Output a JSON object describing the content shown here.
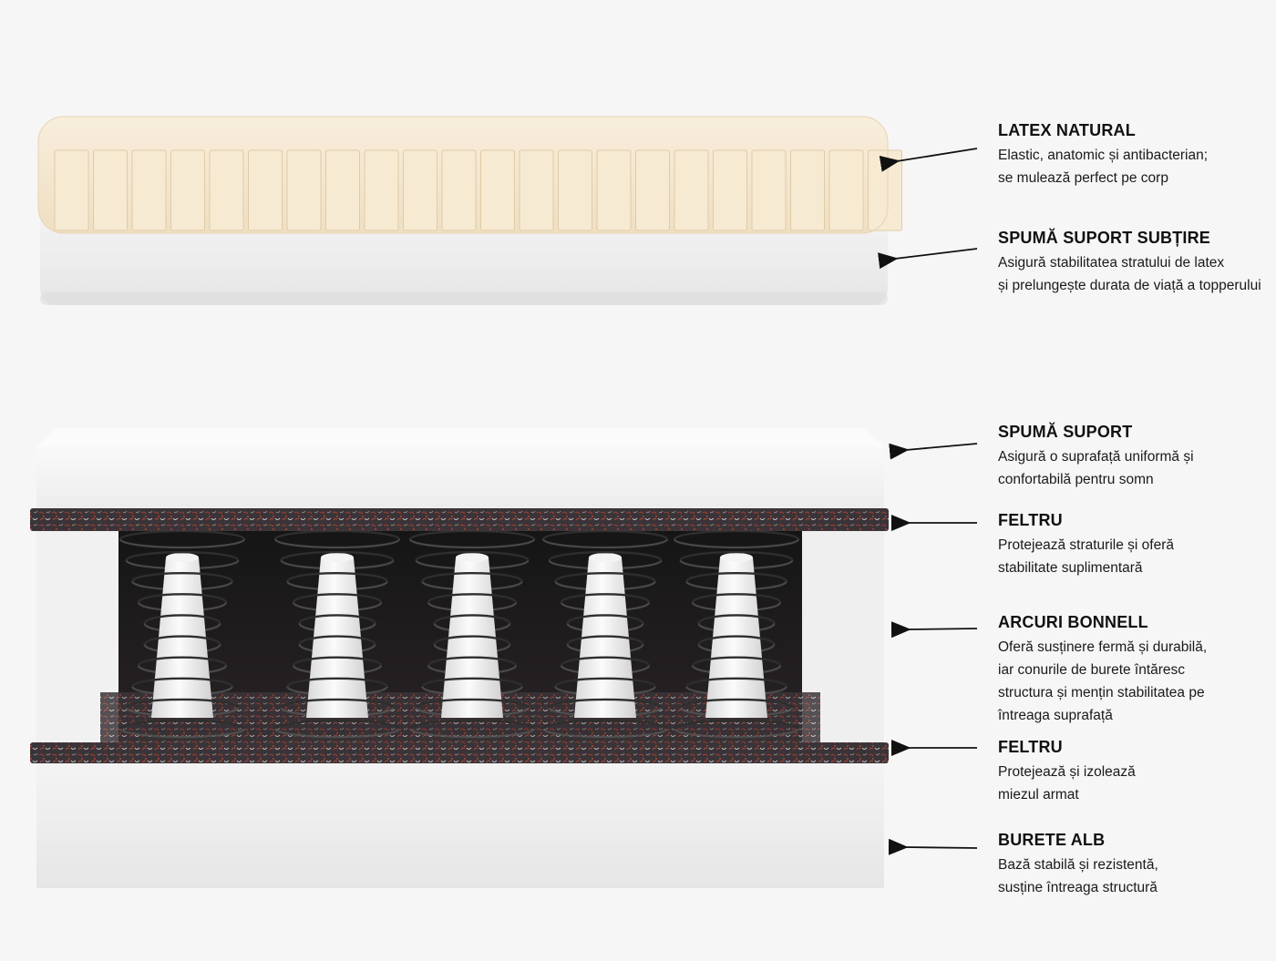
{
  "colors": {
    "background": "#f6f6f6",
    "latex": "#f3e6cf",
    "foam": "#ededed",
    "felt": "#3a3438",
    "spring": "#333333",
    "arrow": "#111111"
  },
  "topper": {
    "layers": [
      {
        "title": "LATEX NATURAL",
        "lines": [
          "Elastic, anatomic și antibacterian;",
          "se mulează perfect pe corp"
        ]
      },
      {
        "title": "SPUMĂ SUPORT SUBȚIRE",
        "lines": [
          "Asigură stabilitatea stratului de latex",
          "și prelungește durata de viață a topperului"
        ]
      }
    ]
  },
  "mattress": {
    "layers": [
      {
        "title": "SPUMĂ SUPORT",
        "lines": [
          "Asigură o suprafață uniformă și",
          "confortabilă pentru somn"
        ]
      },
      {
        "title": "FELTRU",
        "lines": [
          "Protejează straturile și oferă",
          "stabilitate suplimentară"
        ]
      },
      {
        "title": "ARCURI BONNELL",
        "lines": [
          "Oferă susținere fermă și durabilă,",
          "iar conurile de burete întăresc",
          "structura și mențin stabilitatea pe",
          "întreaga suprafață"
        ]
      },
      {
        "title": "FELTRU",
        "lines": [
          "Protejează și izolează",
          "miezul armat"
        ]
      },
      {
        "title": "BURETE ALB",
        "lines": [
          "Bază stabilă și rezistentă,",
          "susține întreaga structură"
        ]
      }
    ]
  }
}
